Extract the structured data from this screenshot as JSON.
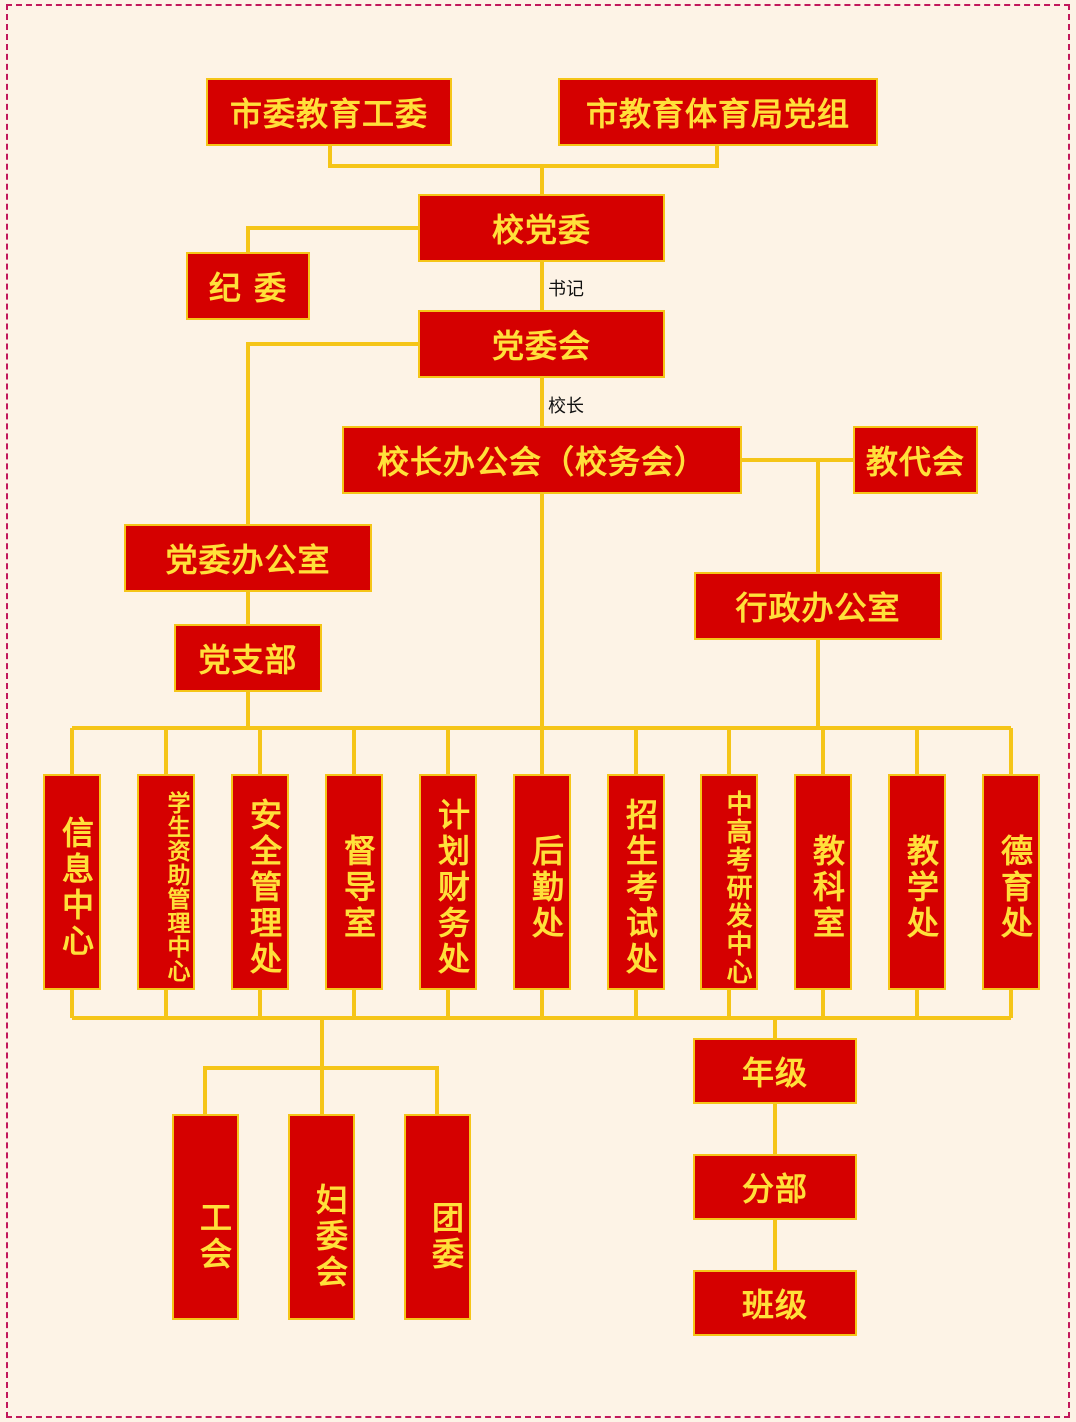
{
  "top": {
    "left": "市委教育工委",
    "right": "市教育体育局党组"
  },
  "party_committee": "校党委",
  "discipline": "纪 委",
  "secretary_label": "书记",
  "committee_meeting": "党委会",
  "principal_label": "校长",
  "principal_office_meeting": "校长办公会（校务会）",
  "staff_congress": "教代会",
  "party_office": "党委办公室",
  "admin_office": "行政办公室",
  "party_branch": "党支部",
  "departments": [
    "信息中心",
    "学生资助管理中心",
    "安全管理处",
    "督导室",
    "计划财务处",
    "后勤处",
    "招生考试处",
    "中高考研发中心",
    "教科室",
    "教学处",
    "德育处"
  ],
  "orgs": [
    "工会",
    "妇委会",
    "团委"
  ],
  "grade_chain": [
    "年级",
    "分部",
    "班级"
  ],
  "colors": {
    "box_fill": "#d50000",
    "box_text": "#ffe03a",
    "connector": "#f5c518",
    "background": "#fdf3e6"
  }
}
